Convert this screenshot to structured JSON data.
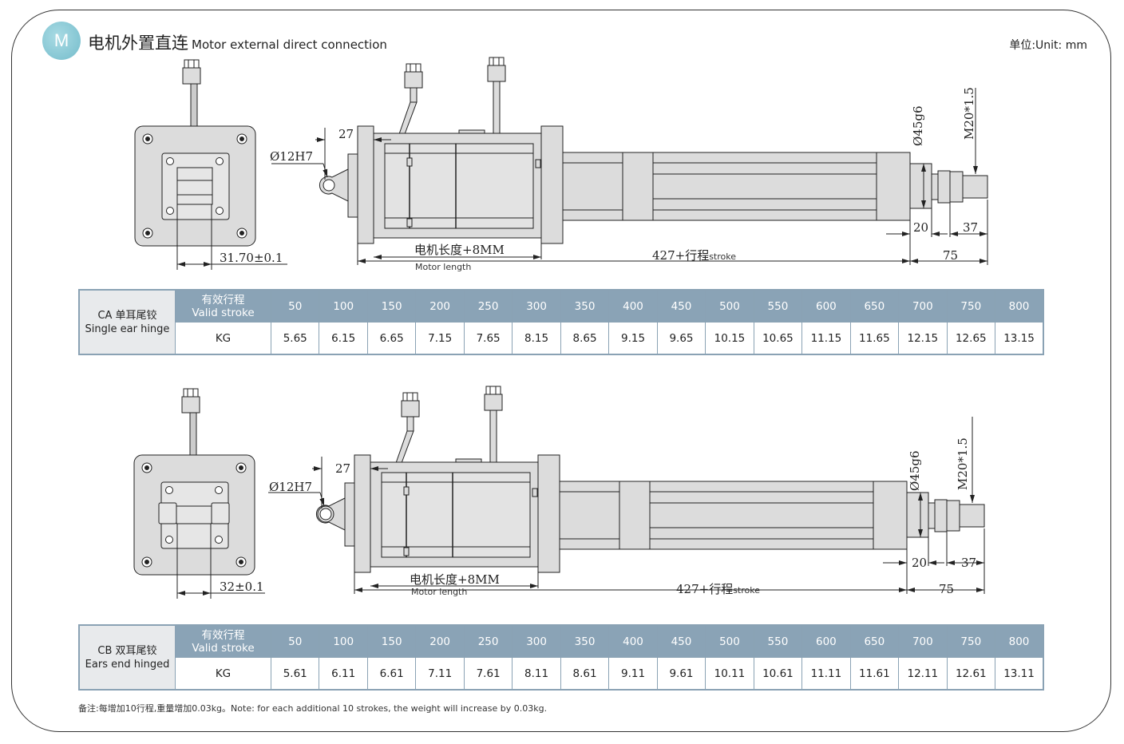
{
  "header": {
    "badge": "M",
    "title_cn": "电机外置直连",
    "title_en": "Motor external direct connection",
    "unit": "单位:Unit: mm"
  },
  "drawing_a": {
    "end_dim": "31.70±0.1",
    "hole": "Ø12H7",
    "offset": "27",
    "rod_dia": "Ø45g6",
    "thread": "M20*1.5",
    "dim_20": "20",
    "dim_37": "37",
    "dim_75": "75",
    "motor_len_cn": "电机长度+8MM",
    "motor_len_en": "Motor length",
    "total": "427+行程",
    "total_en": "stroke"
  },
  "drawing_b": {
    "end_dim": "32±0.1",
    "hole": "Ø12H7",
    "offset": "27",
    "rod_dia": "Ø45g6",
    "thread": "M20*1.5",
    "dim_20": "20",
    "dim_37": "37",
    "dim_75": "75",
    "motor_len_cn": "电机长度+8MM",
    "motor_len_en": "Motor length",
    "total": "427+行程",
    "total_en": "stroke"
  },
  "table_a": {
    "type_cn": "CA 单耳尾铰",
    "type_en": "Single ear hinge",
    "head_cn": "有效行程",
    "head_en": "Valid stroke",
    "unit": "KG",
    "strokes": [
      "50",
      "100",
      "150",
      "200",
      "250",
      "300",
      "350",
      "400",
      "450",
      "500",
      "550",
      "600",
      "650",
      "700",
      "750",
      "800"
    ],
    "weights": [
      "5.65",
      "6.15",
      "6.65",
      "7.15",
      "7.65",
      "8.15",
      "8.65",
      "9.15",
      "9.65",
      "10.15",
      "10.65",
      "11.15",
      "11.65",
      "12.15",
      "12.65",
      "13.15"
    ]
  },
  "table_b": {
    "type_cn": "CB 双耳尾铰",
    "type_en": "Ears end hinged",
    "head_cn": "有效行程",
    "head_en": "Valid stroke",
    "unit": "KG",
    "strokes": [
      "50",
      "100",
      "150",
      "200",
      "250",
      "300",
      "350",
      "400",
      "450",
      "500",
      "550",
      "600",
      "650",
      "700",
      "750",
      "800"
    ],
    "weights": [
      "5.61",
      "6.11",
      "6.61",
      "7.11",
      "7.61",
      "8.11",
      "8.61",
      "9.11",
      "9.61",
      "10.11",
      "10.61",
      "11.11",
      "11.61",
      "12.11",
      "12.61",
      "13.11"
    ]
  },
  "note": "备注:每增加10行程,重量增加0.03kg。Note: for each additional 10 strokes, the weight will increase by 0.03kg."
}
